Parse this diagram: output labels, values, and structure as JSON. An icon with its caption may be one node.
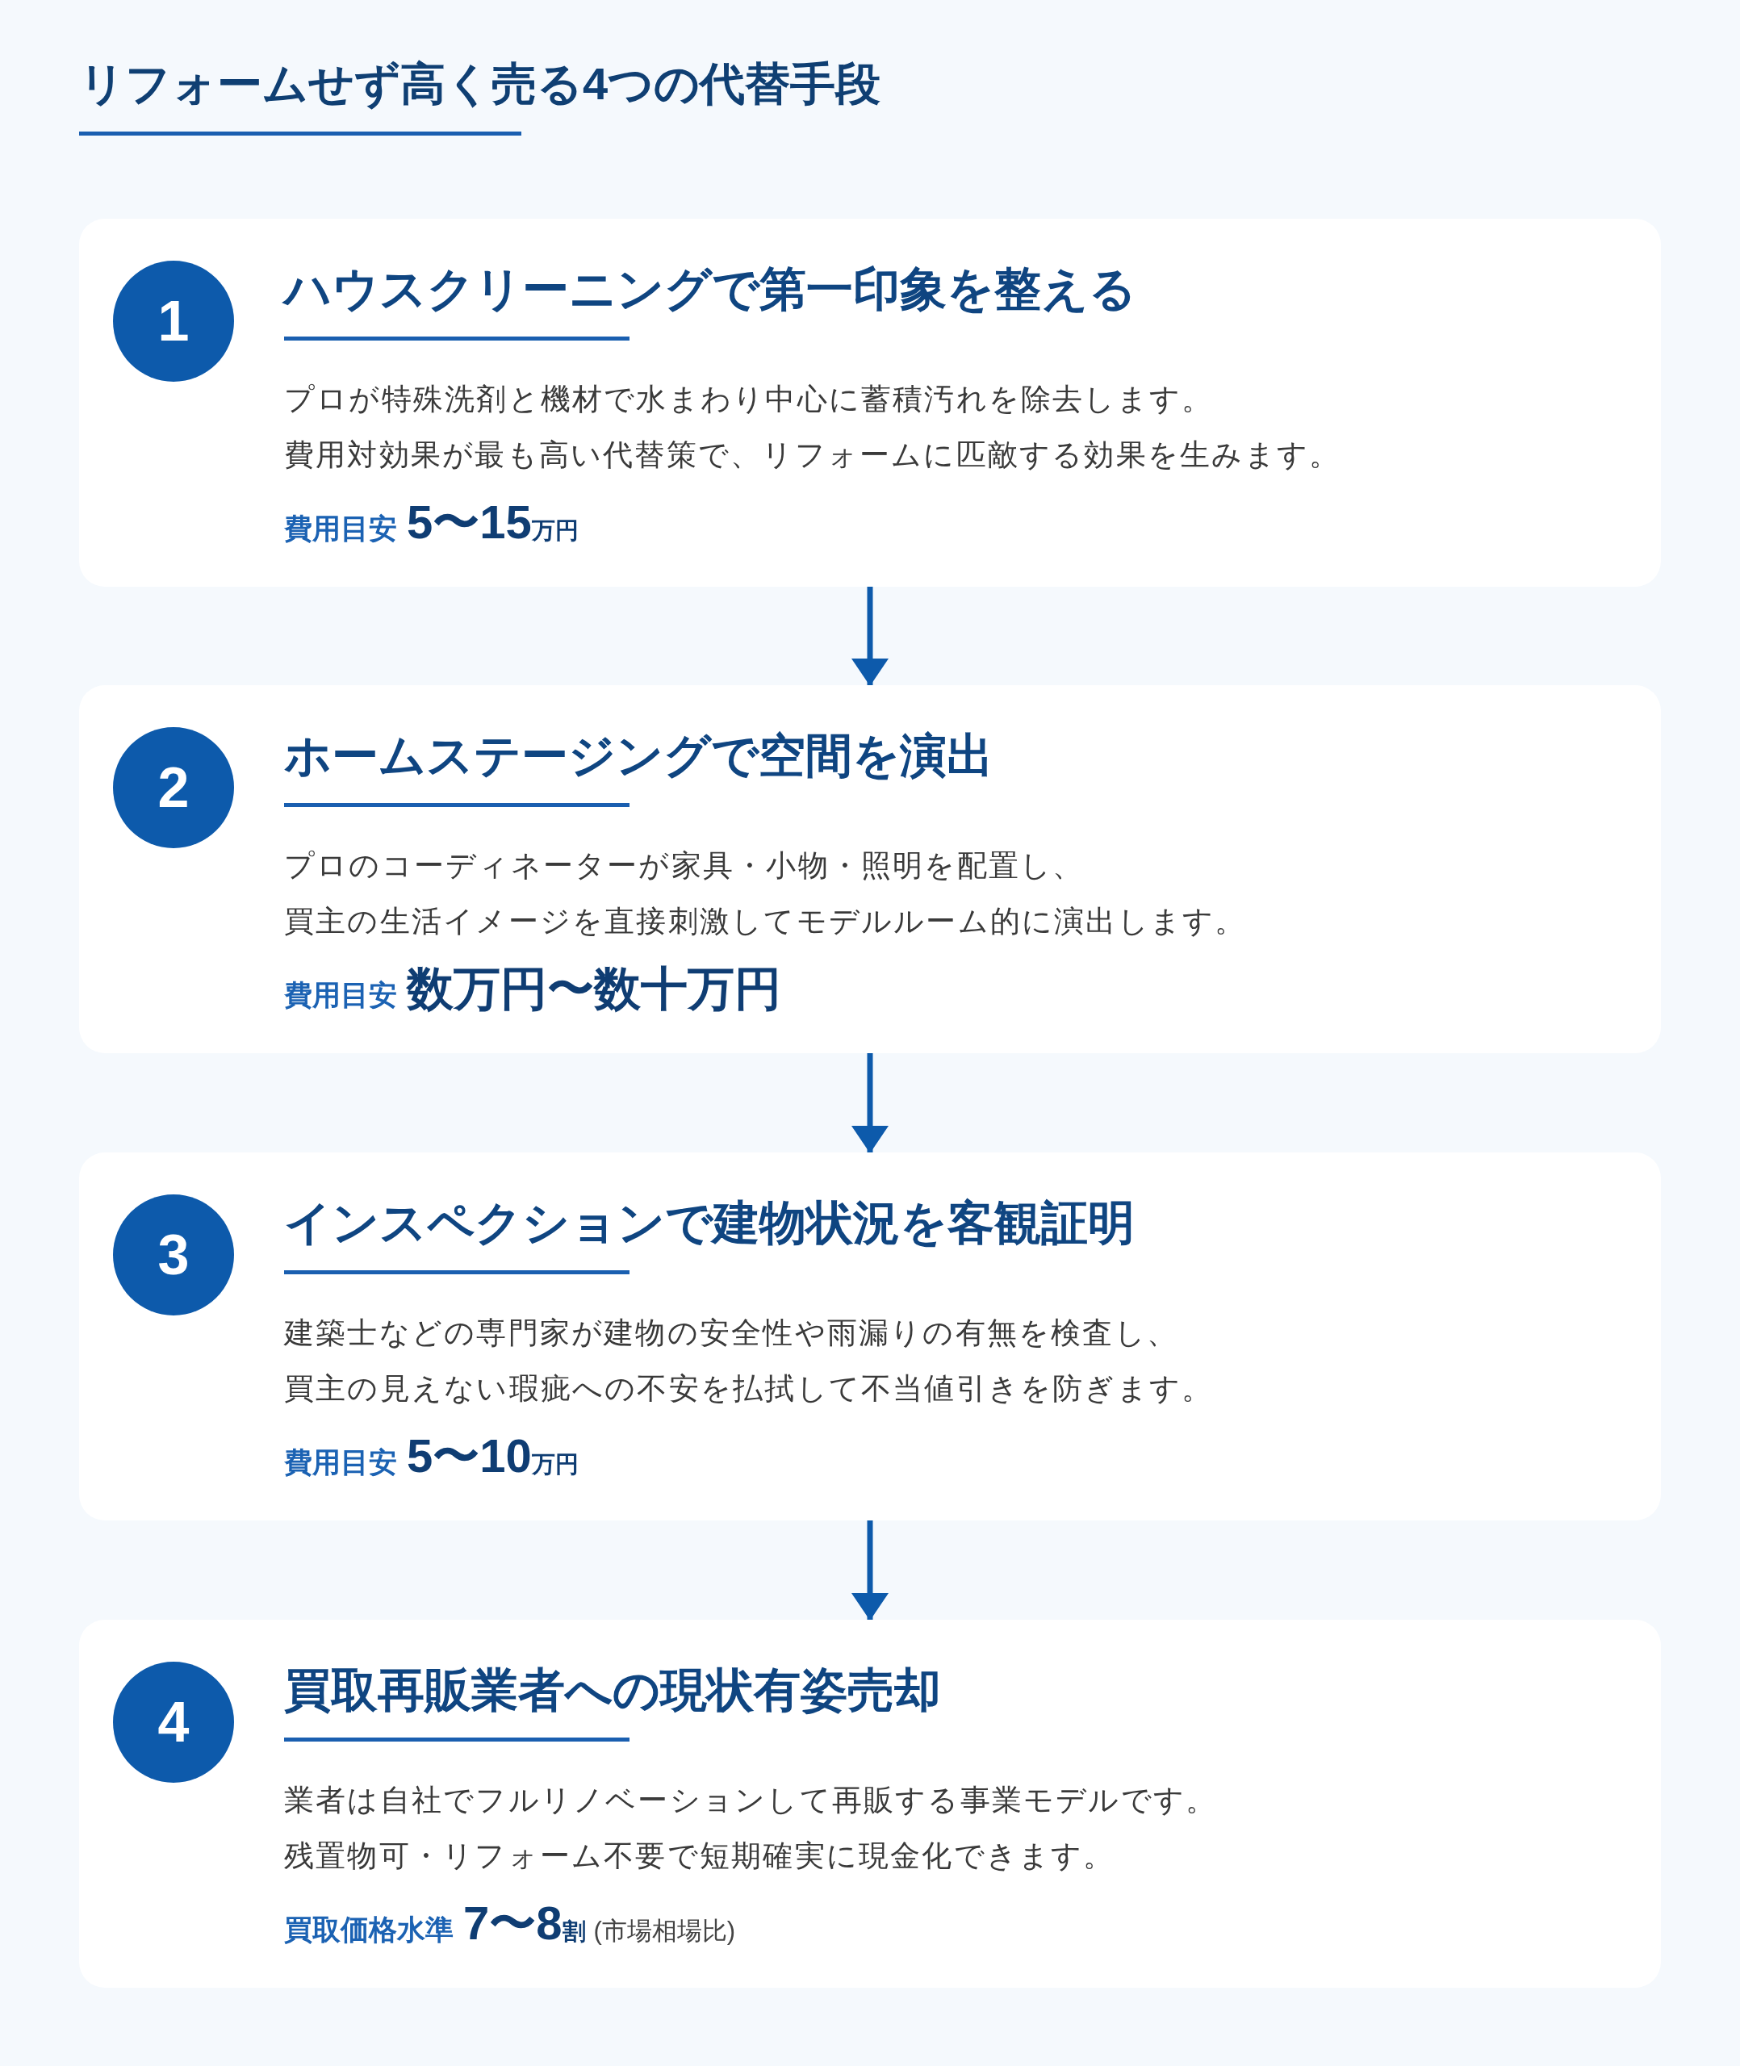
{
  "diagram": {
    "title": "リフォームせず高く売る4つの代替手段",
    "nodes": [
      {
        "text": [
          "ハウスクリーニングで第一印象を整える",
          "プロが特殊洗剤と機材で水まわり中心に蓄積汚れを除去します。",
          "費用対効果が最も高い代替策で、リフォームに匹敵する効果を生みます。",
          "費用目安",
          "5〜15",
          "万円"
        ]
      },
      {
        "text": [
          "1"
        ],
        "in": 0
      },
      {
        "text": [
          "ホームステージングで空間を演出",
          "プロのコーディネーターが家具・小物・照明を配置し、",
          "買主の生活イメージを直接刺激してモデルルーム的に演出します。",
          "費用目安",
          "数万円〜数十万円"
        ]
      },
      {
        "text": [
          "2"
        ],
        "in": 2
      },
      {
        "text": [
          "インスペクションで建物状況を客観証明",
          "建築士などの専門家が建物の安全性や雨漏りの有無を検査し、",
          "買主の見えない瑕疵への不安を払拭して不当値引きを防ぎます。",
          "費用目安",
          "5〜10",
          "万円"
        ]
      },
      {
        "text": [
          "3"
        ],
        "in": 4
      },
      {
        "text": [
          "買取再販業者への現状有姿売却",
          "業者は自社でフルリノベーションして再販する事業モデルです。",
          "残置物可・リフォーム不要で短期確実に現金化できます。",
          "買取価格水準",
          "7〜8",
          "割",
          "(市場相場比)"
        ]
      },
      {
        "text": [
          "4"
        ],
        "in": 6
      }
    ],
    "edges": [
      {
        "from": 0,
        "to": 2,
        "arrow": "to"
      },
      {
        "from": 2,
        "to": 4,
        "arrow": "to"
      },
      {
        "from": 4,
        "to": 6,
        "arrow": "to"
      }
    ]
  }
}
